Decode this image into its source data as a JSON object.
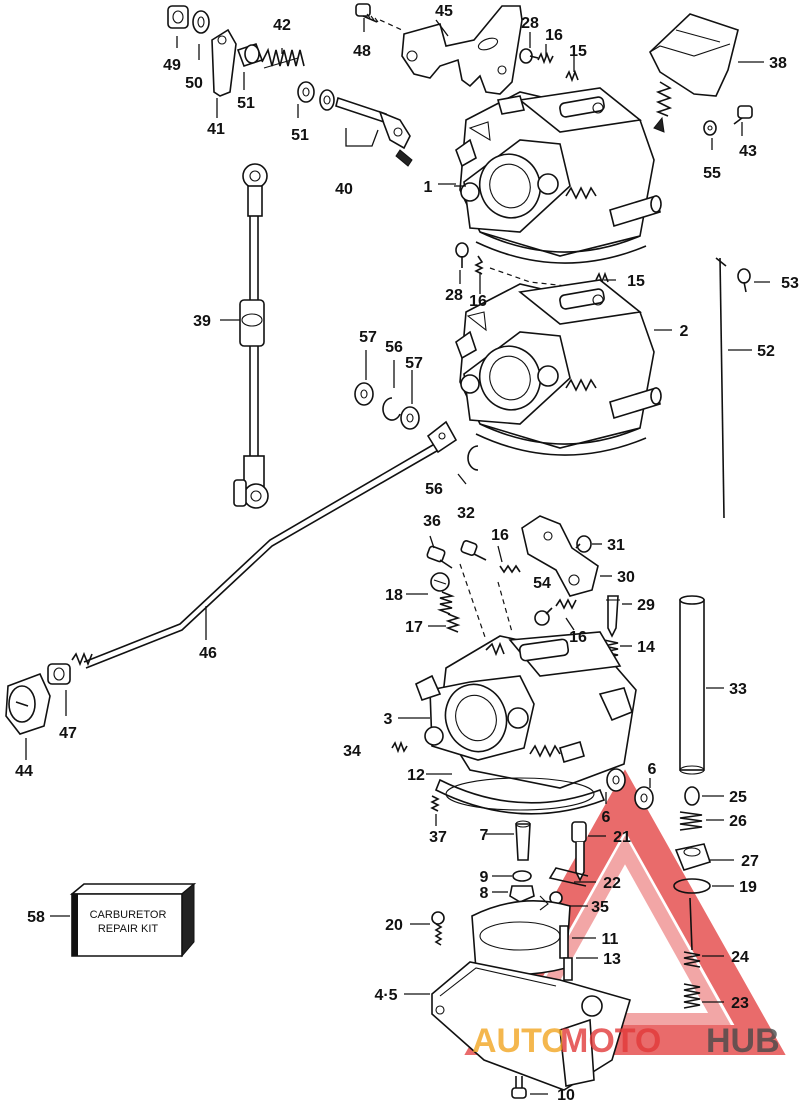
{
  "labels": {
    "l1": "1",
    "l2": "2",
    "l3": "3",
    "l45a": "4·5",
    "l6a": "6",
    "l6b": "6",
    "l7": "7",
    "l8": "8",
    "l9": "9",
    "l10": "10",
    "l11": "11",
    "l12": "12",
    "l13": "13",
    "l14": "14",
    "l15a": "15",
    "l15b": "15",
    "l16a": "16",
    "l16b": "16",
    "l16c": "16",
    "l16d": "16",
    "l17": "17",
    "l18": "18",
    "l19": "19",
    "l20": "20",
    "l21": "21",
    "l22": "22",
    "l23": "23",
    "l24": "24",
    "l25": "25",
    "l26": "26",
    "l27": "27",
    "l28a": "28",
    "l28b": "28",
    "l29": "29",
    "l30": "30",
    "l31": "31",
    "l32": "32",
    "l33": "33",
    "l34": "34",
    "l35": "35",
    "l36": "36",
    "l37": "37",
    "l38": "38",
    "l39": "39",
    "l40": "40",
    "l41": "41",
    "l42": "42",
    "l43": "43",
    "l44": "44",
    "l45": "45",
    "l46": "46",
    "l47": "47",
    "l48": "48",
    "l49": "49",
    "l50": "50",
    "l51a": "51",
    "l51b": "51",
    "l52": "52",
    "l53": "53",
    "l54": "54",
    "l55": "55",
    "l56a": "56",
    "l56b": "56",
    "l57a": "57",
    "l57b": "57",
    "l58": "58"
  },
  "repair_kit": {
    "line1": "CARBURETOR",
    "line2": "REPAIR KIT"
  },
  "watermark": {
    "part1": "AUTO",
    "part2": "MOTO",
    "part3": "HUB"
  },
  "colors": {
    "ink": "#111111",
    "watermark_red": "#e23a3a",
    "watermark_orange": "#f2a623",
    "watermark_gray": "#4a4a4a"
  }
}
